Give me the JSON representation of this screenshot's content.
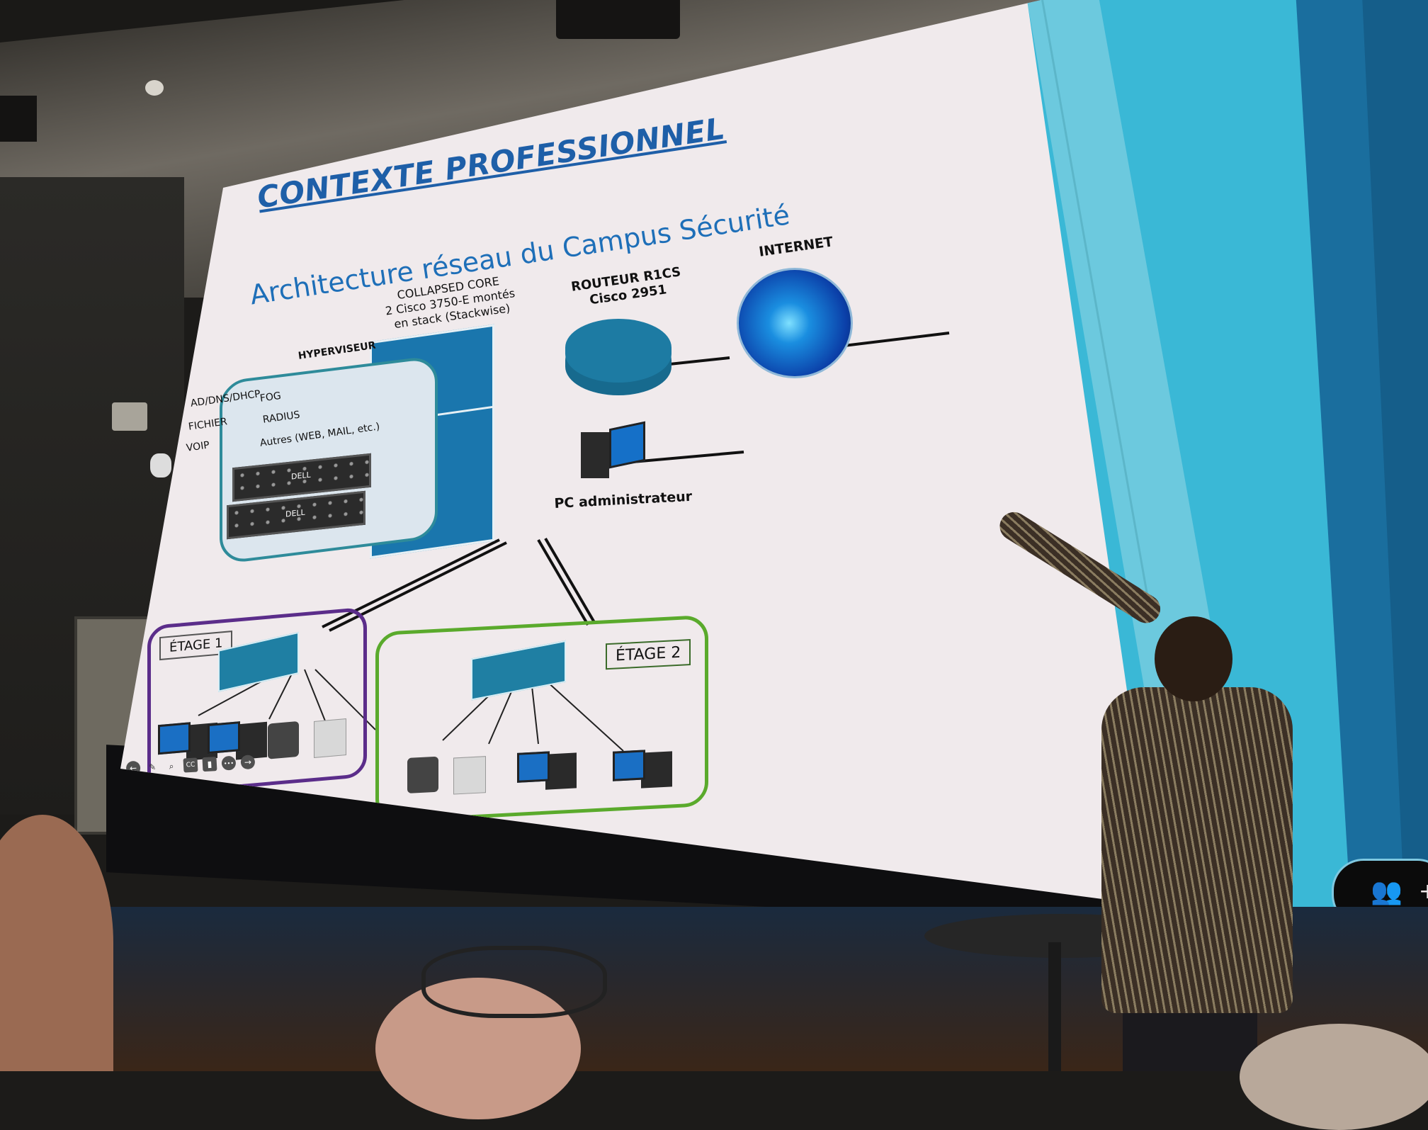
{
  "scene": {
    "description": "Photo of a presenter pointing at a large projected slide showing a campus network architecture diagram",
    "colors": {
      "slide_bg": "#f0eaec",
      "title_blue": "#1e5fa8",
      "cisco_blue": "#1a76ad",
      "hypervisor_border": "#2e8b9a",
      "floor1_border": "#5b2d8a",
      "floor2_border": "#5aaa2c",
      "accent_cyan": "#3ab8d6",
      "accent_dark": "#1a6e9e"
    }
  },
  "slide": {
    "title": "CONTEXTE PROFESSIONNEL",
    "subtitle": "Architecture réseau du Campus Sécurité",
    "core": {
      "label_line1": "COLLAPSED CORE",
      "label_line2": "2 Cisco 3750-E montés",
      "label_line3": "en stack (Stackwise)",
      "icon": "multilayer-switch-icon"
    },
    "router": {
      "label_line1": "ROUTEUR R1CS",
      "label_line2": "Cisco 2951",
      "icon": "router-icon"
    },
    "internet": {
      "label": "INTERNET",
      "icon": "globe-icon"
    },
    "admin_pc": {
      "label": "PC administrateur",
      "icon": "desktop-pc-icon"
    },
    "hypervisor": {
      "title": "HYPERVISEUR",
      "services_left": [
        "AD/DNS/DHCP",
        "FICHIER",
        "VOIP"
      ],
      "services_right": [
        "FOG",
        "RADIUS",
        "Autres (WEB, MAIL, etc.)"
      ],
      "servers": [
        {
          "brand": "DELL",
          "icon": "rack-server-icon"
        },
        {
          "brand": "DELL",
          "icon": "rack-server-icon"
        }
      ]
    },
    "floors": [
      {
        "label": "ÉTAGE 1",
        "switch_icon": "access-switch-icon",
        "devices": [
          "desktop-pc",
          "desktop-pc",
          "ip-phone",
          "printer"
        ]
      },
      {
        "label": "ÉTAGE 2",
        "switch_icon": "access-switch-icon",
        "devices": [
          "ip-phone",
          "printer",
          "desktop-pc",
          "desktop-pc"
        ]
      }
    ],
    "presenter_toolbar": [
      {
        "name": "previous",
        "glyph": "←"
      },
      {
        "name": "pen",
        "glyph": "✎"
      },
      {
        "name": "zoom",
        "glyph": "⌕"
      },
      {
        "name": "subtitles",
        "glyph": "CC"
      },
      {
        "name": "slides",
        "glyph": "▮"
      },
      {
        "name": "more",
        "glyph": "•••"
      },
      {
        "name": "next",
        "glyph": "→"
      }
    ]
  },
  "overlay": {
    "participants_icon": "people-icon",
    "participants_glyph": "👥",
    "plus_glyph": "+"
  }
}
